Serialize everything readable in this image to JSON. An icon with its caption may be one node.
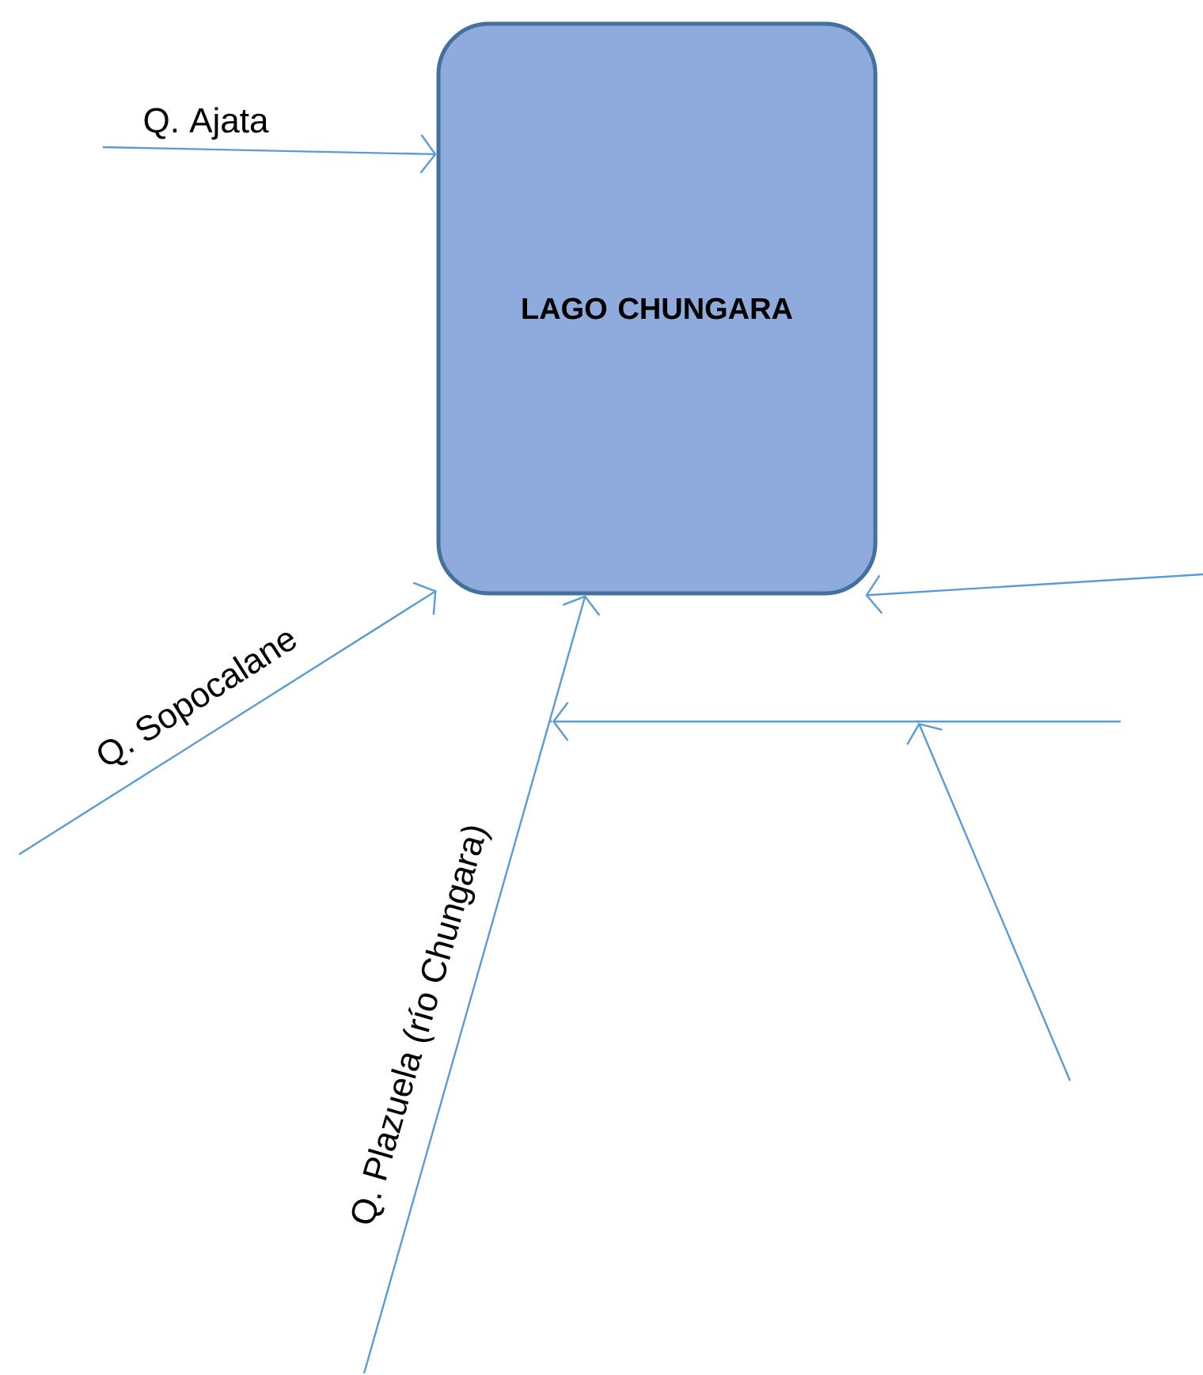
{
  "diagram": {
    "nodes": [
      {
        "text": [
          "LAGO CHUNGARA"
        ]
      },
      {
        "text": [],
        "shape": "point"
      },
      {
        "text": [],
        "shape": "point"
      }
    ],
    "edges": [
      {
        "from": null,
        "to": 0,
        "arrow": "to",
        "label": "Q. Ajata"
      },
      {
        "from": null,
        "to": 0,
        "arrow": "to",
        "label": "Q. Sopocalane"
      },
      {
        "from": null,
        "to": 0,
        "arrow": "to",
        "label": "Q. Plazuela (río Chungara)"
      },
      {
        "from": null,
        "to": 0,
        "arrow": "to"
      },
      {
        "from": null,
        "to": 1,
        "arrow": "to"
      },
      {
        "from": null,
        "to": 2,
        "arrow": "to"
      }
    ]
  }
}
